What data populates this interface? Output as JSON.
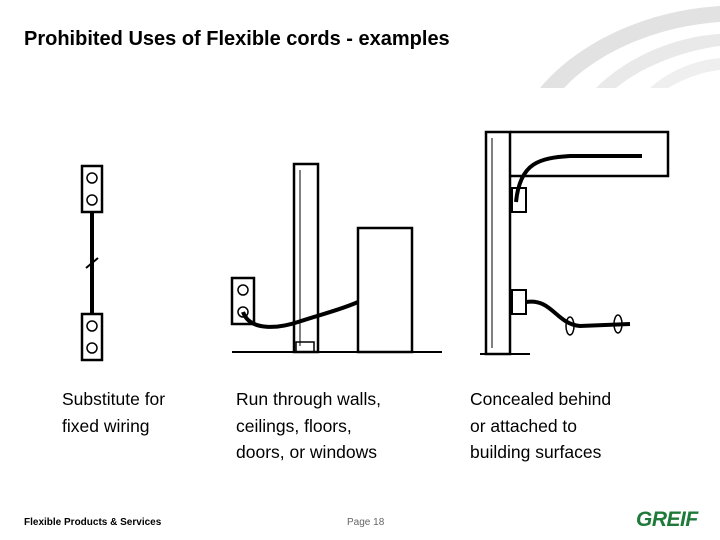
{
  "slide": {
    "title": "Prohibited Uses of Flexible cords - examples"
  },
  "figures": [
    {
      "caption_lines": [
        "Substitute for",
        "fixed wiring"
      ]
    },
    {
      "caption_lines": [
        "Run through walls,",
        "ceilings, floors,",
        "doors, or windows"
      ]
    },
    {
      "caption_lines": [
        "Concealed behind",
        "or attached to",
        "building surfaces"
      ]
    }
  ],
  "footer": {
    "left_text": "Flexible Products & Services",
    "page_label": "Page 18",
    "logo_text": "GREIF"
  },
  "colors": {
    "logo_green": "#1f7a3a",
    "swoosh_gray": "#dcdcdc"
  },
  "icons": {
    "decoration": "swoosh-decoration-icon",
    "figure1": "outlet-cord-substitute-wiring-icon",
    "figure2": "cord-through-wall-icon",
    "figure3": "cord-attached-to-building-icon"
  }
}
